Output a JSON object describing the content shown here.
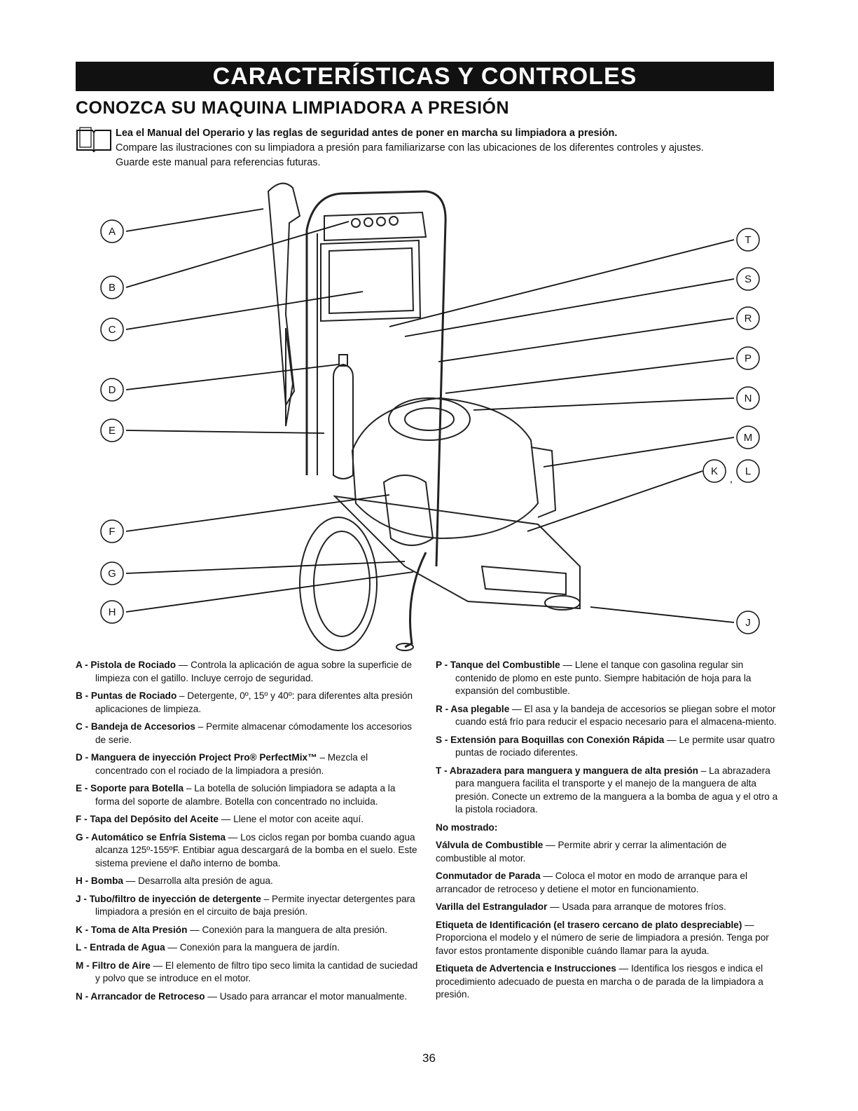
{
  "header": {
    "banner": "CARACTERÍSTICAS Y CONTROLES",
    "subtitle": "CONOZCA SU MAQUINA LIMPIADORA A PRESIÓN"
  },
  "intro": {
    "line1": "Lea el Manual del Operario y las reglas de seguridad antes de poner en marcha su limpiadora a presión.",
    "line2": "Compare las ilustraciones con su limpiadora a presión para familiarizarse con las ubicaciones de los diferentes controles y ajustes.",
    "line3": "Guarde este manual para referencias futuras."
  },
  "callouts_left": [
    "A",
    "B",
    "C",
    "D",
    "E",
    "F",
    "G",
    "H"
  ],
  "callouts_right": [
    "T",
    "S",
    "R",
    "P",
    "N",
    "M",
    "K",
    "L",
    "J"
  ],
  "callout_sep": ",",
  "left_items": [
    {
      "key": "A - Pistola de Rociado",
      "text": " — Controla la aplicación de agua sobre la superficie de limpieza con el gatillo. Incluye cerrojo de seguridad."
    },
    {
      "key": "B - Puntas de Rociado",
      "text": " – Detergente, 0º, 15º y 40º: para diferentes alta presión aplicaciones de limpieza."
    },
    {
      "key": "C - Bandeja de Accesorios",
      "text": " – Permite almacenar cómodamente los accesorios de serie."
    },
    {
      "key": "D - Manguera de inyección Project Pro® PerfectMix™",
      "text": " – Mezcla el concentrado con el rociado de la limpiadora a presión."
    },
    {
      "key": "E - Soporte para Botella",
      "text": " – La botella de solución limpiadora se adapta a la forma del soporte de alambre. Botella con concentrado no incluida."
    },
    {
      "key": "F - Tapa del Depósito del Aceite",
      "text": " — Llene el motor con aceite aquí."
    },
    {
      "key": "G - Automático se Enfría Sistema",
      "text": " — Los ciclos regan por bomba cuando agua alcanza 125º-155ºF. Entibiar agua descargará de la bomba en el suelo. Este sistema previene el daño interno de bomba."
    },
    {
      "key": "H - Bomba",
      "text": " — Desarrolla alta presión de agua."
    },
    {
      "key": "J - Tubo/filtro de inyección de detergente",
      "text": " – Permite inyectar detergentes para limpiadora a presión en el circuito de baja presión."
    },
    {
      "key": "K - Toma de Alta Presión",
      "text": " — Conexión para la manguera de alta presión."
    },
    {
      "key": "L - Entrada de Agua",
      "text": " — Conexión para la manguera de jardín."
    },
    {
      "key": "M - Filtro de Aire",
      "text": " — El elemento de filtro tipo seco limita la cantidad de suciedad y polvo que se introduce en el motor."
    },
    {
      "key": "N - Arrancador de Retroceso",
      "text": " — Usado para arrancar el motor manualmente."
    }
  ],
  "right_items": [
    {
      "key": "P - Tanque del Combustible",
      "text": " — Llene el tanque con gasolina regular sin contenido de plomo en este punto. Siempre habitación de hoja para la expansión del combustible."
    },
    {
      "key": "R - Asa plegable",
      "text": " — El asa y la bandeja de accesorios se pliegan sobre el motor cuando está frío para reducir el espacio necesario para el almacena-miento."
    },
    {
      "key": "S - Extensión para Boquillas con Conexión Rápida",
      "text": " — Le permite usar quatro puntas de rociado diferentes."
    },
    {
      "key": "T - Abrazadera para manguera y manguera de alta presión",
      "text": " – La abrazadera para manguera facilita el transporte y el manejo de la manguera de alta presión. Conecte un extremo de la manguera a la bomba de agua y el otro a la pistola rociadora."
    }
  ],
  "not_shown_header": "No mostrado:",
  "not_shown_items": [
    {
      "key": "Válvula de Combustible",
      "text": " — Permite abrir y cerrar la alimentación de combustible al motor."
    },
    {
      "key": "Conmutador de Parada",
      "text": " — Coloca el motor en modo de arranque para el arrancador de retroceso y detiene el motor en funcionamiento."
    },
    {
      "key": "Varilla del Estrangulador",
      "text": " — Usada para arranque de motores fríos."
    },
    {
      "key": "Etiqueta de Identificación (el trasero cercano de plato despreciable)",
      "text": " — Proporciona el modelo y el número de serie de limpiadora a presión. Tenga por favor estos prontamente disponible cuándo llamar para la ayuda."
    },
    {
      "key": "Etiqueta de Advertencia e Instrucciones",
      "text": " — Identifica los riesgos e indica el procedimiento adecuado de puesta en marcha o de parada de la limpiadora a presión."
    }
  ],
  "page_number": "36"
}
